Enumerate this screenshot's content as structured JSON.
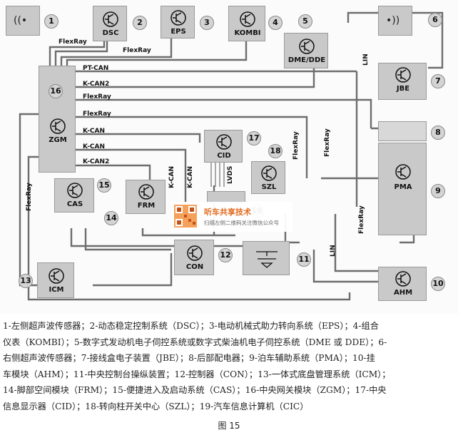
{
  "modules": {
    "dsc": "DSC",
    "eps": "EPS",
    "kombi": "KOMBI",
    "dme": "DME/DDE",
    "jbe": "JBE",
    "zgm": "ZGM",
    "cid": "CID",
    "szl": "SZL",
    "pma": "PMA",
    "cas": "CAS",
    "frm": "FRM",
    "con": "CON",
    "icm": "ICM",
    "ahm": "AHM"
  },
  "numbers": [
    "1",
    "2",
    "3",
    "4",
    "5",
    "6",
    "7",
    "8",
    "9",
    "10",
    "11",
    "12",
    "13",
    "14",
    "15",
    "16",
    "17",
    "18",
    "19"
  ],
  "bus_labels": {
    "flexray_1": "FlexRay",
    "flexray_2": "FlexRay",
    "pt_can": "PT-CAN",
    "k_can2_1": "K-CAN2",
    "flexray_3": "FlexRay",
    "flexray_4": "FlexRay",
    "k_can_1": "K-CAN",
    "k_can_2": "K-CAN",
    "k_can2_2": "K-CAN2",
    "lin_1": "LIN",
    "lin_2": "LIN",
    "flexray_left": "FlexRay",
    "k_can_v1": "K-CAN",
    "k_can_v2": "K-CAN",
    "lvds": "LVDS",
    "flexray_v1": "FlexRay",
    "flexray_v2": "FlexRay",
    "flexray_v3": "FlexRay"
  },
  "watermark": {
    "title": "听车共享技术",
    "subtitle": "扫描左侧二维码关注微信公众号"
  },
  "legend": [
    "1-左侧超声波传感器；2-动态稳定控制系统（DSC）；3-电动机械式助力转向系统（EPS）；4-组合",
    "仪表（KOMBI）；5-数字式发动机电子伺控系统或数字式柴油机电子伺控系统（DME 或 DDE）；6-",
    "右侧超声波传感器；7-接线盒电子装置（JBE）；8-后部配电器；9-泊车辅助系统（PMA）；10-挂",
    "车模块（AHM）；11-中央控制台操纵装置；12-控制器（CON）；13-一体式底盘管理系统（ICM）；",
    "14-脚部空间模块（FRM）；15-便捷进入及启动系统（CAS）；16-中央网关模块（ZGM）；17-中央",
    "信息显示器（CID）；18-转向柱开关中心（SZL）；19-汽车信息计算机（CIC）"
  ],
  "caption": "图 15"
}
